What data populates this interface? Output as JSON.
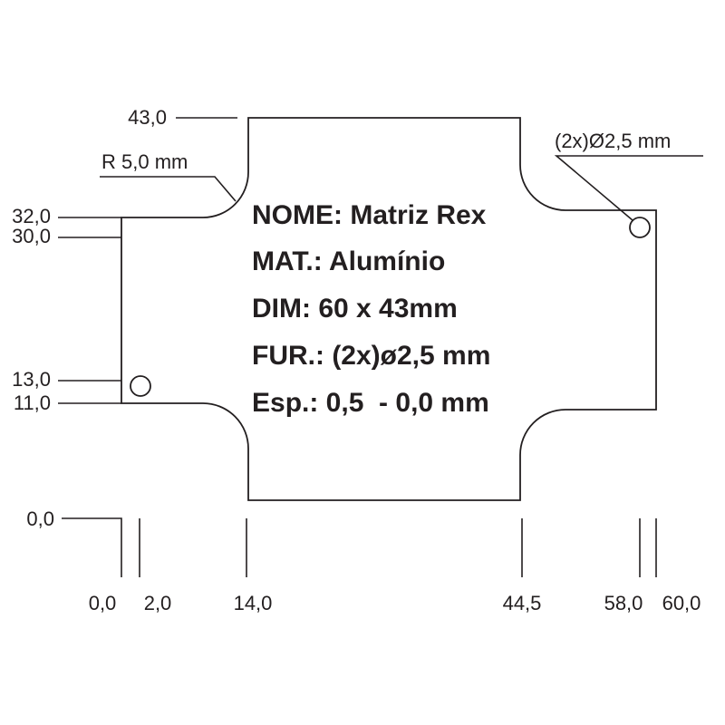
{
  "info": {
    "name": "NOME: Matriz Rex",
    "material": "MAT.: Alumínio",
    "dimensions": "DIM: 60 x 43mm",
    "holes": "FUR.: (2x)ø2,5 mm",
    "thickness": "Esp.: 0,5  - 0,0 mm"
  },
  "dims": {
    "vertical": {
      "y43": "43,0",
      "y32": "32,0",
      "y30": "30,0",
      "y13": "13,0",
      "y11": "11,0",
      "y0": "0,0"
    },
    "horizontal": {
      "x0": "0,0",
      "x2": "2,0",
      "x14": "14,0",
      "x44_5": "44,5",
      "x58": "58,0",
      "x60": "60,0"
    },
    "radius_label": "R 5,0 mm",
    "hole_label": "(2x)Ø2,5 mm"
  },
  "colors": {
    "line": "#231f20",
    "background": "#ffffff"
  }
}
